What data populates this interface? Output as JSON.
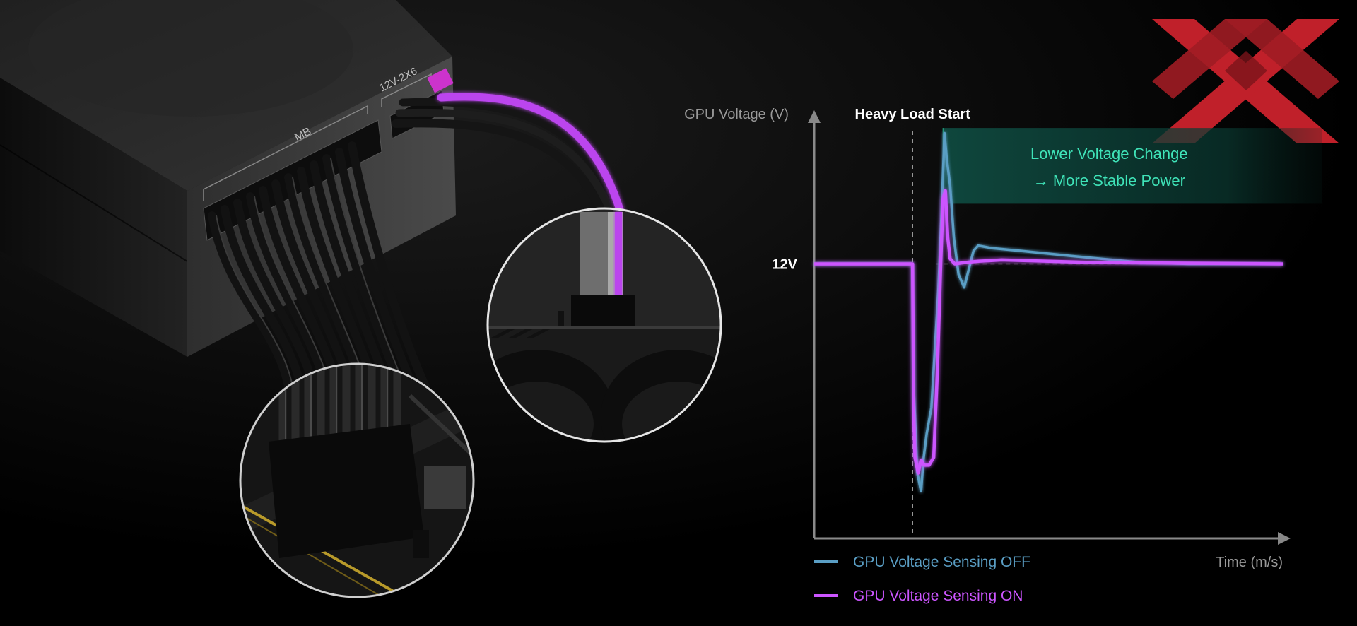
{
  "illustration": {
    "connector_labels": {
      "mb": "MB",
      "gpu": "12V-2X6"
    }
  },
  "logo": {
    "name": "XX",
    "colors": [
      "#c0202a",
      "#8f1820"
    ]
  },
  "chart_data": {
    "type": "line",
    "ylabel": "GPU Voltage (V)",
    "xlabel": "Time (m/s)",
    "y_reference_label": "12V",
    "event_marker": "Heavy Load Start",
    "annotation": {
      "line1": "Lower Voltage Change",
      "line2": "→ More Stable Power"
    },
    "series": [
      {
        "name": "GPU Voltage Sensing OFF",
        "color": "#5a9ec4",
        "points": [
          [
            0,
            12
          ],
          [
            20,
            12
          ],
          [
            21,
            12
          ],
          [
            21.3,
            7
          ],
          [
            22,
            4
          ],
          [
            22.8,
            3.3
          ],
          [
            23.3,
            4.5
          ],
          [
            24,
            5.5
          ],
          [
            25,
            6.5
          ],
          [
            26.5,
            11
          ],
          [
            27.2,
            14
          ],
          [
            27.8,
            17
          ],
          [
            28.3,
            16
          ],
          [
            29,
            15
          ],
          [
            29.8,
            13
          ],
          [
            30.8,
            11.6
          ],
          [
            32,
            11.1
          ],
          [
            33,
            11.8
          ],
          [
            34,
            12.5
          ],
          [
            35,
            12.7
          ],
          [
            38,
            12.6
          ],
          [
            44,
            12.5
          ],
          [
            55,
            12.3
          ],
          [
            70,
            12.05
          ],
          [
            80,
            12
          ],
          [
            100,
            12
          ]
        ]
      },
      {
        "name": "GPU Voltage Sensing ON",
        "color": "#cc55ff",
        "points": [
          [
            0,
            12
          ],
          [
            20,
            12
          ],
          [
            21,
            12
          ],
          [
            21.2,
            6.5
          ],
          [
            21.5,
            4.6
          ],
          [
            22.2,
            4.0
          ],
          [
            22.8,
            4.5
          ],
          [
            23.5,
            4.3
          ],
          [
            24.5,
            4.3
          ],
          [
            25.5,
            4.6
          ],
          [
            26.3,
            8
          ],
          [
            27,
            12
          ],
          [
            27.5,
            14.5
          ],
          [
            28,
            14.8
          ],
          [
            28.5,
            13
          ],
          [
            29,
            12.2
          ],
          [
            30,
            12
          ],
          [
            32,
            12.05
          ],
          [
            35,
            12.1
          ],
          [
            40,
            12.15
          ],
          [
            50,
            12.1
          ],
          [
            60,
            12.05
          ],
          [
            100,
            12
          ]
        ]
      }
    ],
    "event_x": 21,
    "xlim": [
      0,
      100
    ],
    "ylim": [
      1.5,
      17.5
    ],
    "annotation_band_y": [
      14.3,
      17.2
    ],
    "grid": false,
    "legend": "bottom-left"
  }
}
